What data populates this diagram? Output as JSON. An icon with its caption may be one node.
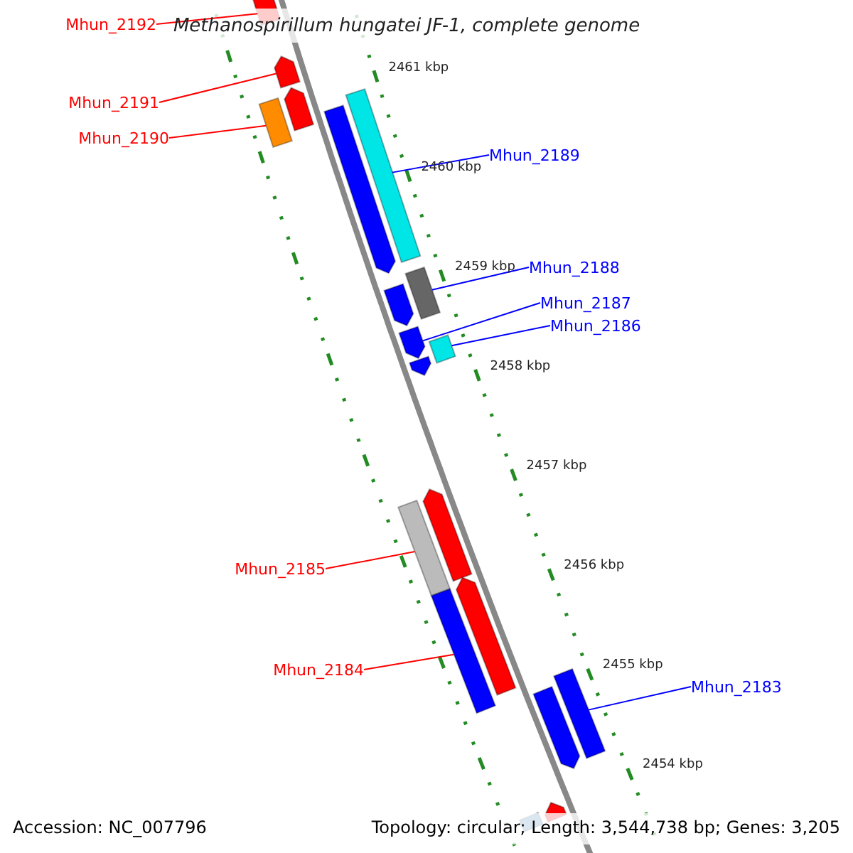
{
  "diagram": {
    "title": "Methanospirillum hungatei JF-1, complete genome",
    "nodes": [
      {
        "text": [
          "Mhun_2192"
        ]
      },
      {
        "text": [
          "Mhun_2191"
        ]
      },
      {
        "text": [
          "Mhun_2190"
        ]
      },
      {
        "text": [
          "Mhun_2189"
        ]
      },
      {
        "text": [
          "Mhun_2188"
        ]
      },
      {
        "text": [
          "Mhun_2187"
        ]
      },
      {
        "text": [
          "Mhun_2186"
        ]
      },
      {
        "text": [
          "Mhun_2185"
        ]
      },
      {
        "text": [
          "Mhun_2184"
        ]
      },
      {
        "text": [
          "Mhun_2183"
        ]
      },
      {
        "text": [],
        "shape": "bar"
      },
      {
        "text": [],
        "shape": "bar"
      },
      {
        "text": [],
        "shape": "bar"
      },
      {
        "text": [],
        "shape": "bar"
      },
      {
        "text": [],
        "shape": "bar"
      },
      {
        "text": [],
        "shape": "bar"
      },
      {
        "text": [],
        "shape": "bar"
      },
      {
        "text": [],
        "shape": "bar"
      },
      {
        "text": [],
        "shape": "bar"
      },
      {
        "text": [],
        "shape": "bar"
      },
      {
        "text": [],
        "shape": "bar"
      },
      {
        "text": [],
        "shape": "bar"
      },
      {
        "text": [],
        "shape": "bar"
      },
      {
        "text": [],
        "shape": "bar"
      },
      {
        "text": [],
        "shape": "bar"
      },
      {
        "text": [],
        "shape": "bar"
      },
      {
        "text": [],
        "shape": "bar"
      },
      {
        "text": [],
        "shape": "bar"
      },
      {
        "text": [],
        "shape": "bar"
      }
    ],
    "edges": [
      {
        "from": 0,
        "to": 10,
        "arrow": "none",
        "color": "#ff0000"
      },
      {
        "from": 1,
        "to": 11,
        "arrow": "none",
        "color": "#ff0000"
      },
      {
        "from": 2,
        "to": 12,
        "arrow": "none",
        "color": "#ff0000"
      },
      {
        "from": 3,
        "to": 15,
        "arrow": "none",
        "color": "#0000ff"
      },
      {
        "from": 4,
        "to": 17,
        "arrow": "none",
        "color": "#0000ff"
      },
      {
        "from": 5,
        "to": 18,
        "arrow": "none",
        "color": "#0000ff"
      },
      {
        "from": 6,
        "to": 20,
        "arrow": "none",
        "color": "#0000ff"
      },
      {
        "from": 7,
        "to": 21,
        "arrow": "none",
        "color": "#ff0000"
      },
      {
        "from": 8,
        "to": 23,
        "arrow": "none",
        "color": "#ff0000"
      },
      {
        "from": 9,
        "to": 26,
        "arrow": "none",
        "color": "#0000ff"
      }
    ],
    "labels": [
      "2461 kbp",
      "2460 kbp",
      "2459 kbp",
      "2458 kbp",
      "2457 kbp",
      "2456 kbp",
      "2455 kbp",
      "2454 kbp",
      "Accession: NC_007796",
      "Topology: circular; Length: 3,544,738 bp; Genes: 3,205"
    ]
  }
}
